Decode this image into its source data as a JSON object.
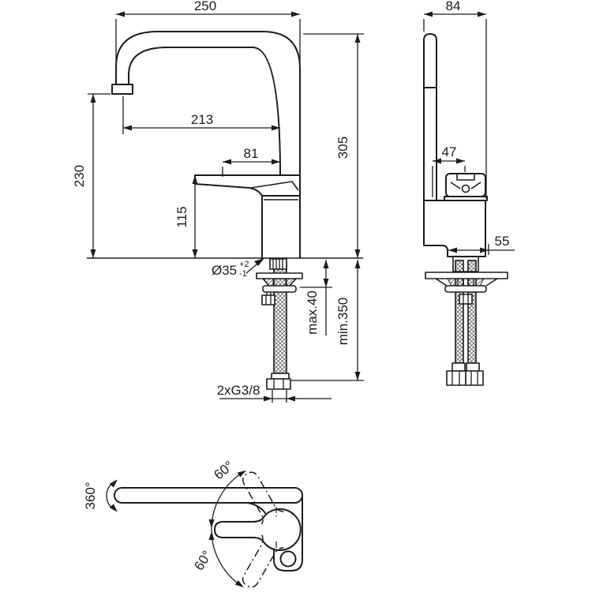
{
  "meta": {
    "background": "#ffffff",
    "ink": "#1c1c1c",
    "description": "Technical dimension drawing of a single-lever kitchen mixer tap: front view, side view and plan view with swivel angles"
  },
  "front": {
    "d250": "250",
    "d213": "213",
    "d81": "81",
    "d230": "230",
    "d115": "115",
    "d305": "305",
    "hole": "Ø35",
    "holeTolUp": "+2",
    "holeTolDn": "-1",
    "maxDeck": "max.40",
    "minHose": "min.350",
    "thread": "2xG3/8"
  },
  "side": {
    "d84": "84",
    "d47": "47",
    "d55": "55"
  },
  "plan": {
    "swivel": "360°",
    "up": "60°",
    "down": "60°"
  }
}
